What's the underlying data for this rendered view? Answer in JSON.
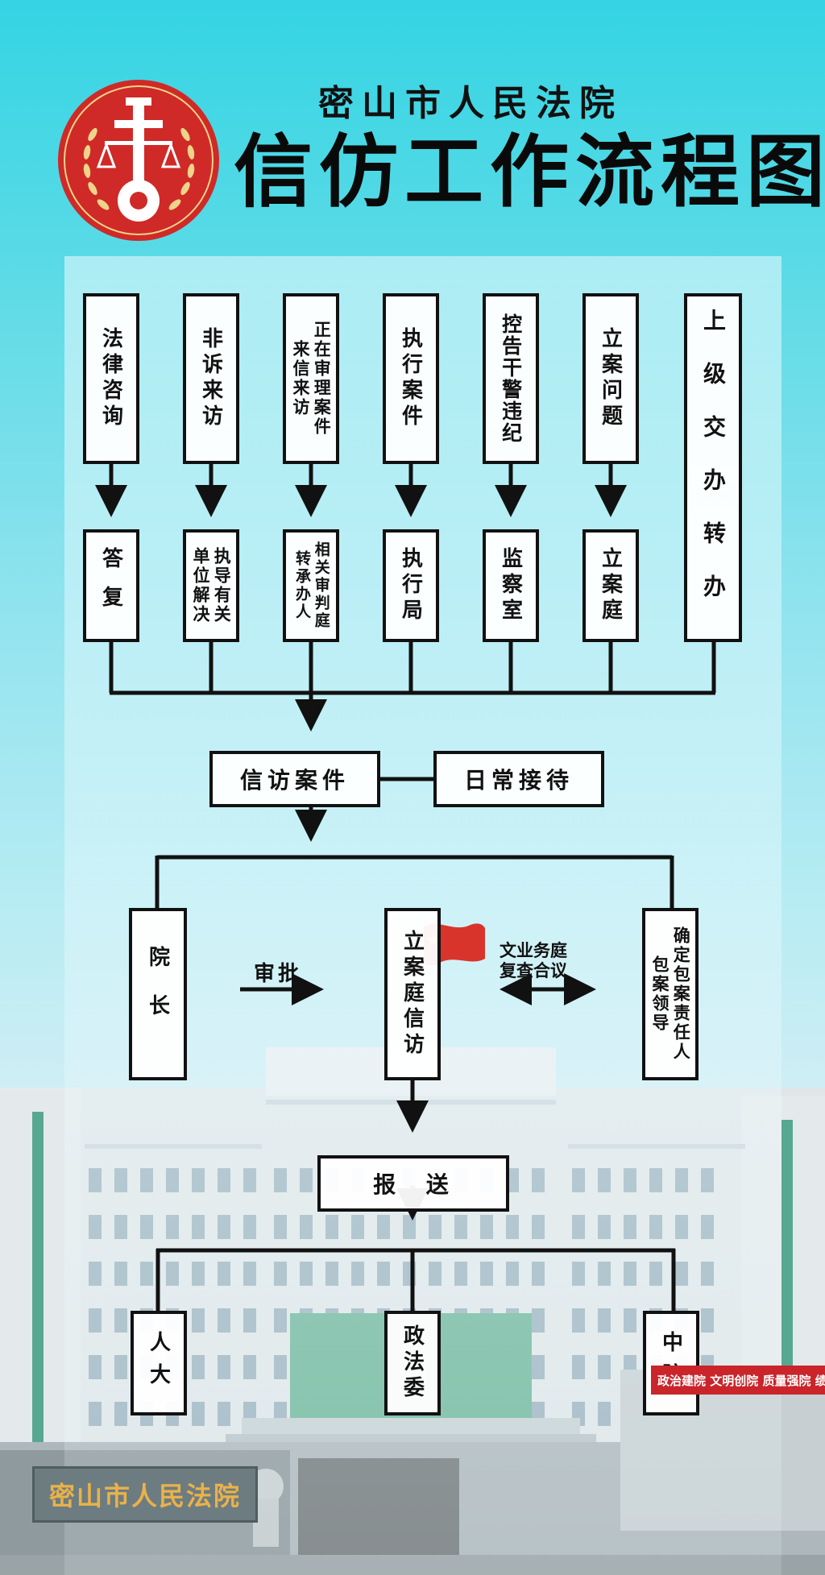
{
  "header": {
    "subtitle": "密山市人民法院",
    "title": "信仿工作流程图"
  },
  "sources": [
    {
      "line1": "法律咨询",
      "line2": ""
    },
    {
      "line1": "非诉来访",
      "line2": ""
    },
    {
      "line1": "来信来访",
      "line2": "正在审理案件"
    },
    {
      "line1": "执行案件",
      "line2": ""
    },
    {
      "line1": "控告干警违纪",
      "line2": ""
    },
    {
      "line1": "立案问题",
      "line2": ""
    },
    {
      "line1": "上级交办转办",
      "line2": ""
    }
  ],
  "handlers": [
    {
      "line1": "答复",
      "line2": ""
    },
    {
      "line1": "单位解决",
      "line2": "执导有关"
    },
    {
      "line1": "转承办人",
      "line2": "相关审判庭"
    },
    {
      "line1": "执行局",
      "line2": ""
    },
    {
      "line1": "监察室",
      "line2": ""
    },
    {
      "line1": "立案庭",
      "line2": ""
    }
  ],
  "middle": {
    "case_box": "信访案件",
    "reception_box": "日常接待"
  },
  "review": {
    "president": "院长",
    "approve_label": "审批",
    "filing_visit": "立案庭信访",
    "joint_label_1": "业务庭",
    "joint_label_2": "复查合议",
    "joint_label_3": "文",
    "leader_col1": "包案领导",
    "leader_col2": "确定包案责任人"
  },
  "report": {
    "label": "报  送"
  },
  "recipients": [
    "人大",
    "政法委",
    "中院"
  ],
  "scene": {
    "gate_sign": "密山市人民法院",
    "banner": "政治建院 文明创院 质量强院 绩效"
  },
  "colors": {
    "emblem_red": "#cf2a27",
    "emblem_gold": "#f0d38a",
    "line": "#111111"
  }
}
